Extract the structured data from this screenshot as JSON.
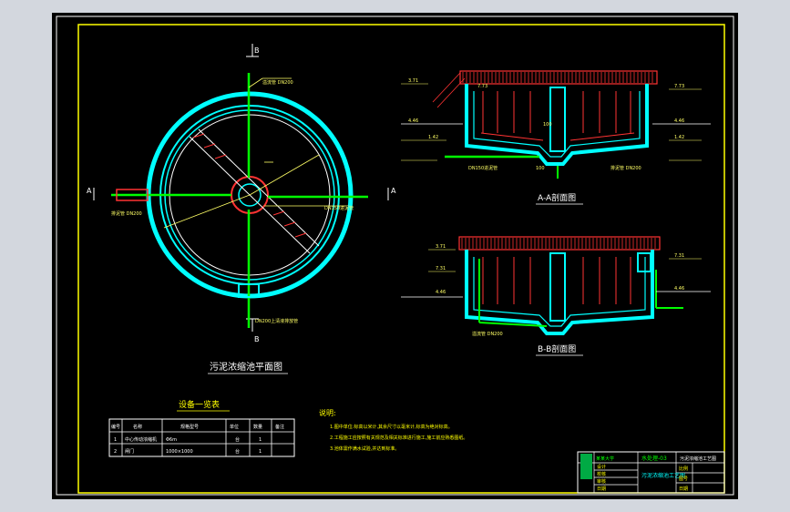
{
  "plan": {
    "title": "污泥浓缩池平面图",
    "section_mark": "B",
    "section_mark_side": "A",
    "notes": [
      "溢流管 DN200",
      "DN150进泥管",
      "排泥管 DN200",
      "DN200上清液排放管"
    ]
  },
  "section_aa": {
    "title": "A-A剖面图",
    "elev_labels": [
      "3.71",
      "7.73",
      "4.46",
      "1.42",
      "7.73",
      "4.46",
      "1.42"
    ],
    "notes": [
      "DN150进泥管",
      "排泥管 DN200",
      "100",
      "100"
    ]
  },
  "section_bb": {
    "title": "B-B剖面图",
    "elev_labels": [
      "3.71",
      "7.31",
      "4.46",
      "7.31",
      "4.46"
    ],
    "notes": [
      "溢流管 DN200"
    ]
  },
  "equipment_table": {
    "title": "设备一览表",
    "headers": [
      "编号",
      "名称",
      "规格型号",
      "单位",
      "数量",
      "备注"
    ],
    "rows": [
      [
        "1",
        "中心传动浓缩机",
        "Φ6m",
        "台",
        "1",
        ""
      ],
      [
        "2",
        "闸门",
        "1000×1000",
        "台",
        "1",
        ""
      ]
    ]
  },
  "notes_block": {
    "heading": "说明:",
    "lines": [
      "1.图中单位:标高以米计,其余尺寸以毫米计,标高为绝对标高。",
      "2.工程施工应按照有关规范及相关标准进行施工,施工前应熟悉图纸。",
      "3.池体需作满水试验,并达到标准。"
    ]
  },
  "title_block": {
    "drawing_name": "污泥浓缩池工艺图",
    "school": "某某大学",
    "drawing_no": "水处理-03",
    "labels": [
      "设计",
      "校核",
      "审核",
      "日期"
    ],
    "right_labels": [
      "比例",
      "图号",
      "日期"
    ]
  },
  "colors": {
    "background": "#000000",
    "frame": "#ffff00",
    "wall": "#00ffff",
    "pipe": "#00ff00",
    "rail": "#ff3333",
    "dim": "#ffff66",
    "text": "#ffffff"
  }
}
